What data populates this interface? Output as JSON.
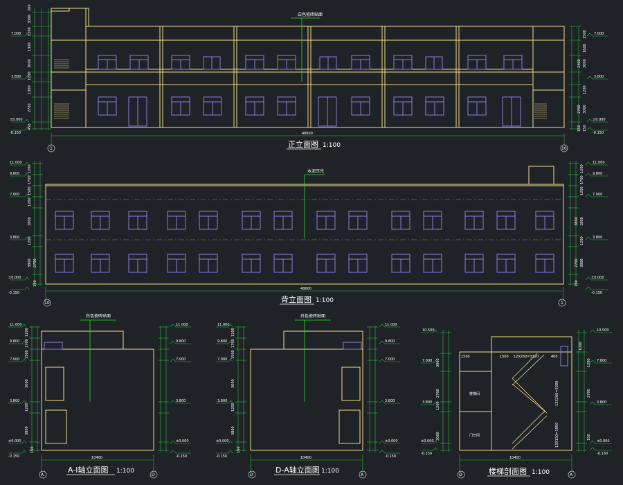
{
  "colors": {
    "background": "#1f2227",
    "wall": "#f0e08a",
    "window": "#8a7fe6",
    "leader": "#22e02a",
    "dimension": "#22c23a",
    "text": "#ffffff",
    "axis": "#cfcfcf"
  },
  "front": {
    "title": "正立面图",
    "scale": "1:100",
    "note": "白色瓷砖贴面",
    "total_width": "48600",
    "axis_left": "1",
    "axis_right": "10",
    "left_elevations": [
      "7.000",
      "3.800",
      "±0.000",
      "-0.150"
    ],
    "right_elevations": [
      "7.000",
      "3.800",
      "±0.000",
      "-0.150"
    ],
    "left_dims": [
      "200",
      "3000",
      "2200",
      "1300",
      "3000",
      "1200",
      "1300",
      "2700",
      "450"
    ],
    "right_dims": [
      "1500",
      "1600",
      "3000",
      "2400",
      "1200",
      "3000",
      "2700",
      "150",
      "150"
    ]
  },
  "back": {
    "title": "背立面图",
    "scale": "1:100",
    "note": "水泥压光",
    "total_width": "48600",
    "axis_left": "10",
    "axis_right": "1",
    "left_elevations": [
      "11.000",
      "9.800",
      "7.000",
      "3.800",
      "±0.000",
      "-0.150"
    ],
    "right_elevations": [
      "11.000",
      "9.800",
      "7.000",
      "3.800",
      "±0.000",
      "-0.150"
    ],
    "left_dims": [
      "1200",
      "1700",
      "1500",
      "1200",
      "3800",
      "1200",
      "3800",
      "2700",
      "150"
    ],
    "right_dims": [
      "1200",
      "1700",
      "1200",
      "1800",
      "3800",
      "1200",
      "3800",
      "2700",
      "150"
    ]
  },
  "side_a": {
    "title": "A-I轴立面图",
    "scale": "1:100",
    "note": "白色瓷砖贴面",
    "total_width": "10400",
    "axis_left": "A",
    "axis_right": "D",
    "left_elevations": [
      "11.000",
      "9.800",
      "7.000",
      "3.800",
      "±0.000",
      "-0.150"
    ],
    "right_elevations": [
      "11.000",
      "9.800",
      "7.000",
      "3.800",
      "±0.000",
      "-0.150"
    ],
    "dims": [
      "1200",
      "1700",
      "1500",
      "3000",
      "1200",
      "3800",
      "150"
    ]
  },
  "side_d": {
    "title": "D-A轴立面图",
    "scale": "1:100",
    "note": "白色瓷砖贴面",
    "total_width": "10400",
    "axis_left": "D",
    "axis_right": "A",
    "left_elevations": [
      "11.000",
      "9.800",
      "7.000",
      "3.800",
      "±0.000",
      "-0.150"
    ],
    "right_elevations": [
      "11.000",
      "9.800",
      "7.000",
      "3.800",
      "±0.000",
      "-0.150"
    ],
    "dims": [
      "1200",
      "1700",
      "1500",
      "3000",
      "1200",
      "3800",
      "150"
    ]
  },
  "stair": {
    "title": "楼梯剖面图",
    "scale": "1:100",
    "total_width": "10400",
    "axis_left": "D",
    "axis_right": "A",
    "run_label_top": "12X260=3120",
    "run_label_mid": "13X260=3380",
    "run_label_low": "13X150=1950",
    "room_upper": "楼梯间",
    "room_lower": "门厅间",
    "left_elevations": [
      "10.500",
      "7.000",
      "3.800",
      "±0.000",
      "-0.150"
    ],
    "right_elevations": [
      "10.500",
      "7.000",
      "3.800",
      "±0.000",
      "-0.150"
    ],
    "dims": [
      "1500",
      "1000",
      "3000",
      "1200",
      "2700",
      "1200",
      "3000",
      "2700",
      "150"
    ],
    "top_dims": [
      "1500",
      "400"
    ]
  }
}
